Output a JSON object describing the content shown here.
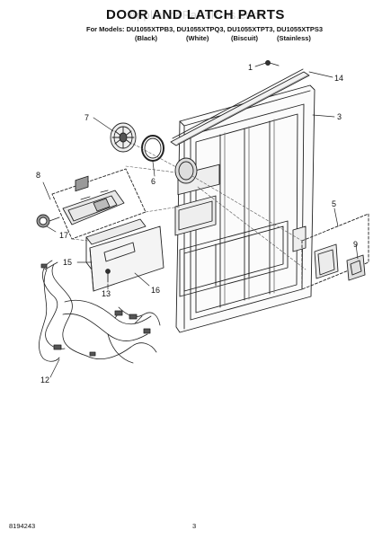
{
  "header": {
    "title": "DOOR AND LATCH PARTS",
    "watermark": "AppliancePartsPros.com",
    "models_line": "For Models: DU1055XTPB3, DU1055XTPQ3, DU1055XTPT3, DU1055XTPS3",
    "colors": [
      "(Black)",
      "(White)",
      "(Biscuit)",
      "(Stainless)"
    ]
  },
  "callouts": [
    "1",
    "14",
    "3",
    "7",
    "6",
    "8",
    "17",
    "5",
    "9",
    "15",
    "13",
    "16",
    "12"
  ],
  "footer": {
    "doc_number": "8194243",
    "page_number": "3"
  }
}
